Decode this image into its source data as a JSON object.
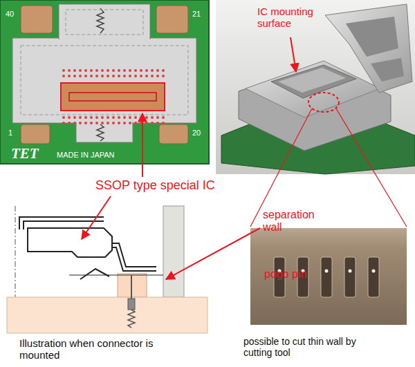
{
  "diagram": {
    "labels": [
      "40",
      "21",
      "1",
      "20",
      "TET",
      "MADE IN JAPAN",
      "IC mounting surface",
      "SSOP type special IC",
      "separation wall",
      "pogo pin",
      "Illustration when connector is mounted",
      "possible to cut thin wall by cutting tool"
    ]
  }
}
